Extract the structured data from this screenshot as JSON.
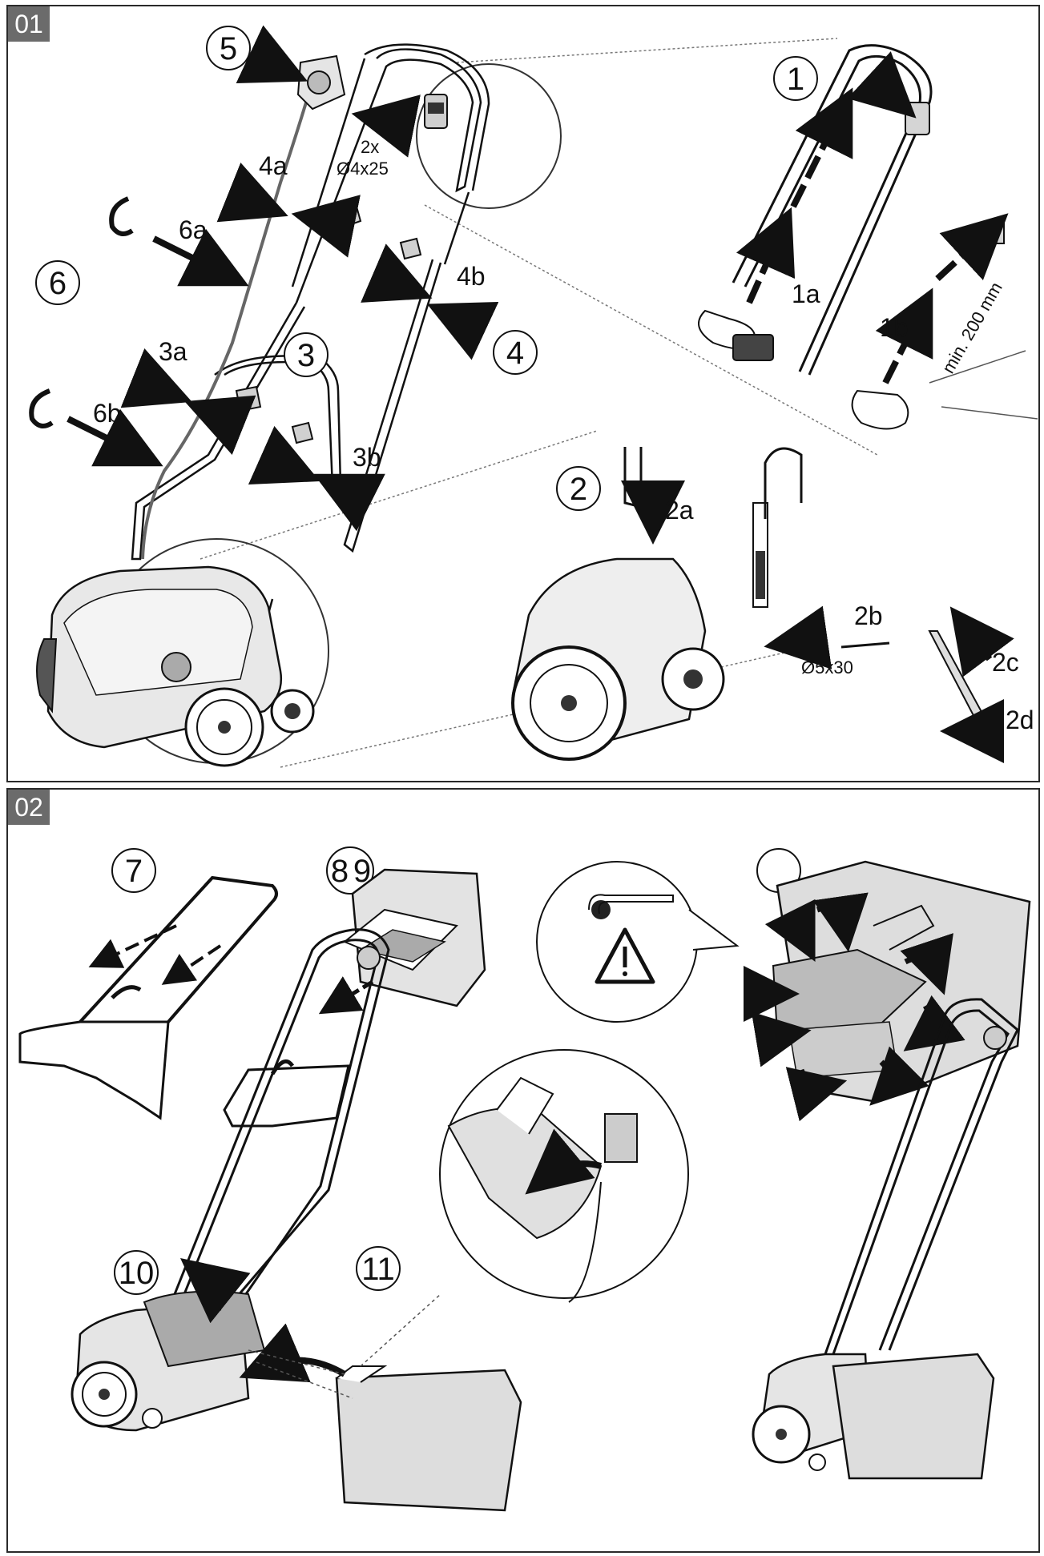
{
  "panels": [
    {
      "tag": "01",
      "steps": {
        "s1": "1",
        "s1a": "1a",
        "s1b": "1b",
        "min_dist": "min. 200 mm",
        "s2": "2",
        "s2a": "2a",
        "s2b": "2b",
        "s2c": "2c",
        "s2d": "2d",
        "screw_2": "Ø5x30",
        "s3": "3",
        "s3a": "3a",
        "s3b": "3b",
        "s4": "4",
        "s4a": "4a",
        "s4b": "4b",
        "s5": "5",
        "qty_5": "2x",
        "screw_5": "Ø4x25",
        "s6": "6",
        "s6a": "6a",
        "s6b": "6b"
      }
    },
    {
      "tag": "02",
      "steps": {
        "s7": "7",
        "s8": "8",
        "s9": "9",
        "s10": "10",
        "s11": "11"
      }
    }
  ],
  "colors": {
    "panel_tag_bg": "#6b6b6b",
    "line": "#1a1a1a",
    "fill_grey": "#d9d9d9",
    "fill_dark": "#9a9a9a"
  },
  "icons": [
    "warning-triangle-icon",
    "cord-hook-icon"
  ]
}
